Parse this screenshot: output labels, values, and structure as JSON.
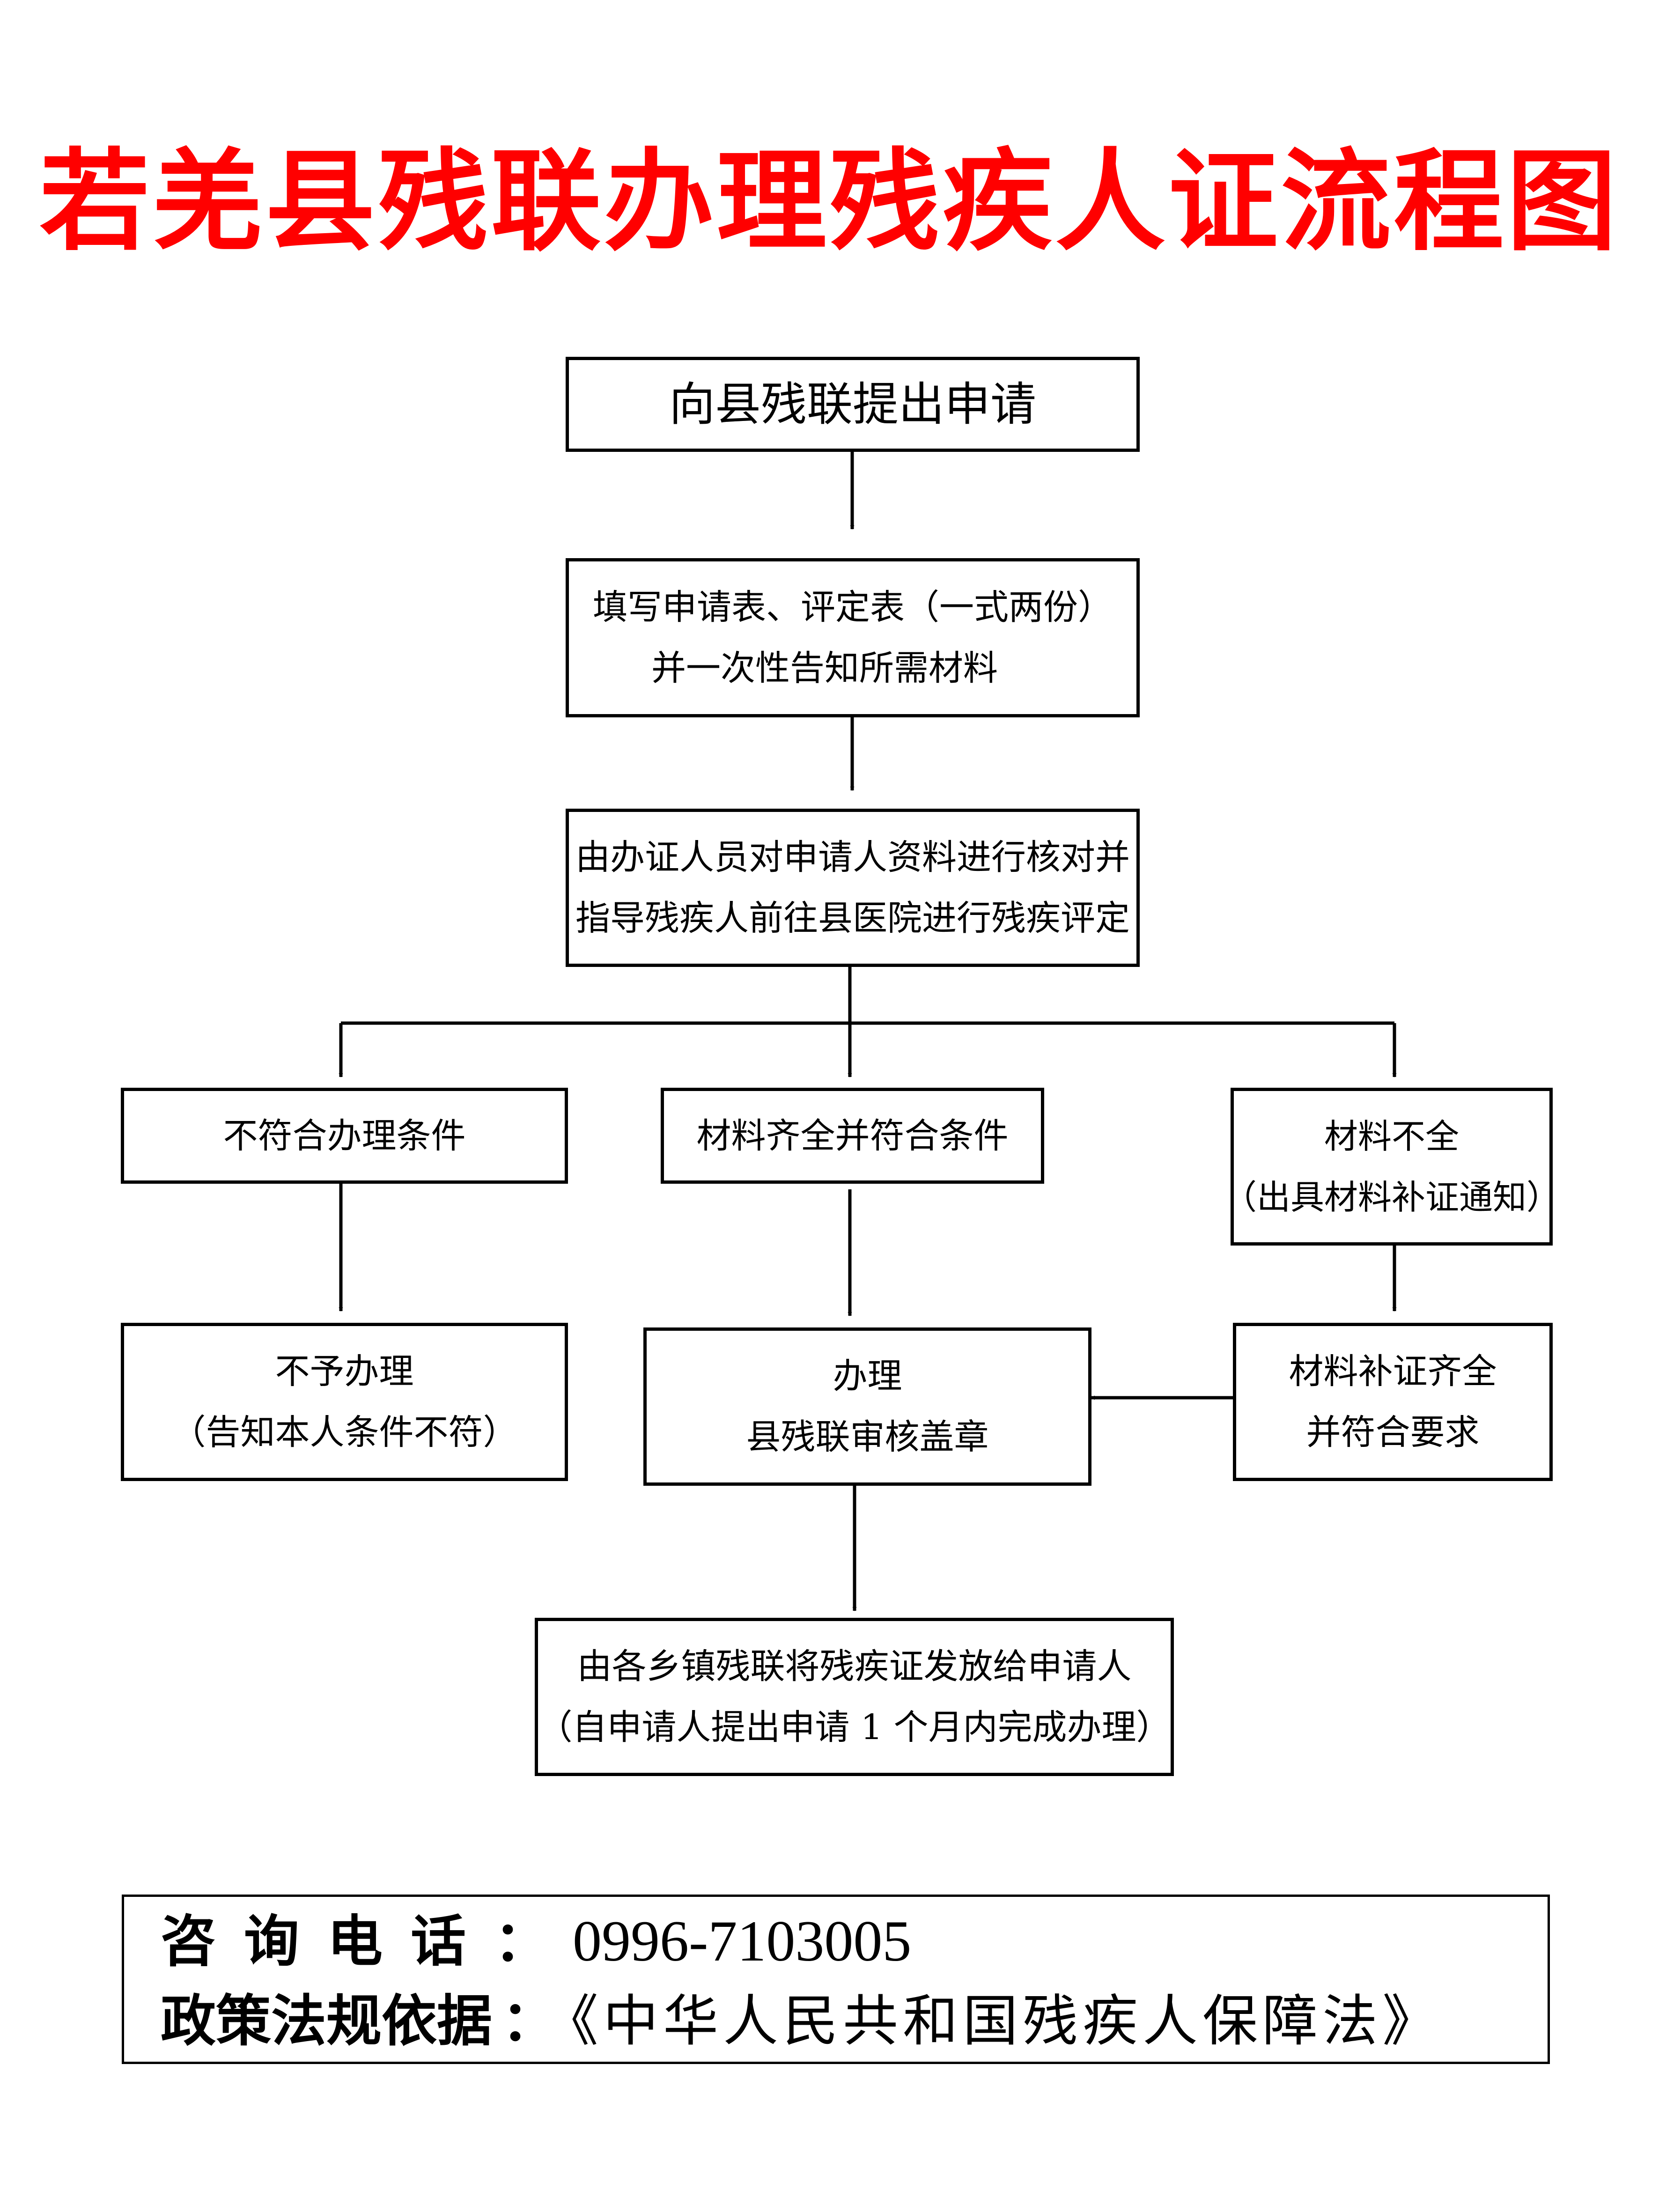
{
  "title": "若羌县残联办理残疾人证流程图",
  "steps": {
    "apply": [
      "向县残联提出申请"
    ],
    "fill_form": [
      "填写申请表、评定表（一式两份）",
      "并一次性告知所需材料"
    ],
    "verify": [
      "由办证人员对申请人资料进行核对并",
      "指导残疾人前往县医院进行残疾评定"
    ],
    "not_eligible": [
      "不符合办理条件"
    ],
    "complete": [
      "材料齐全并符合条件"
    ],
    "incomplete": [
      "材料不全",
      "（出具材料补证通知）"
    ],
    "reject": [
      "不予办理",
      "（告知本人条件不符）"
    ],
    "process": [
      "办理",
      "县残联审核盖章"
    ],
    "supplemented": [
      "材料补证齐全",
      "并符合要求"
    ],
    "issue": [
      "由各乡镇残联将残疾证发放给申请人",
      "（自申请人提出申请 1 个月内完成办理）"
    ]
  },
  "footer": {
    "phone_label": "咨询电话",
    "colon": "：",
    "phone": "0996-7103005",
    "law_label": "政策法规依据",
    "law": "《中华人民共和国残疾人保障法》"
  },
  "colors": {
    "title": "#ff0000",
    "lines": "#000000"
  }
}
